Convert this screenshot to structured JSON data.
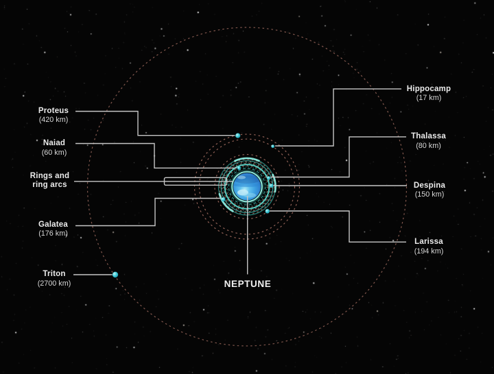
{
  "figure_title": "NEPTUNE",
  "planet": {
    "label": "NEPTUNE"
  },
  "callouts": {
    "proteus": {
      "name": "Proteus",
      "size": "(420 km)"
    },
    "naiad": {
      "name": "Naiad",
      "size": "(60 km)"
    },
    "rings_label": {
      "line1": "Rings and",
      "line2": "ring arcs"
    },
    "galatea": {
      "name": "Galatea",
      "size": "(176 km)"
    },
    "triton": {
      "name": "Triton",
      "size": "(2700 km)"
    },
    "hippocamp": {
      "name": "Hippocamp",
      "size": "(17 km)"
    },
    "thalassa": {
      "name": "Thalassa",
      "size": "(80 km)"
    },
    "despina": {
      "name": "Despina",
      "size": "(150 km)"
    },
    "larissa": {
      "name": "Larissa",
      "size": "(194 km)"
    }
  },
  "colors": {
    "background": "#050505",
    "orbit_dash": "#9A675C",
    "ring_teal": "#3FB8AE",
    "ring_bright": "#8FEFE2",
    "moon_fill": "#39C4D2",
    "planet_blue": "#3FA4E4",
    "connector": "#C6C6C6",
    "label_text": "#ECECEC"
  }
}
